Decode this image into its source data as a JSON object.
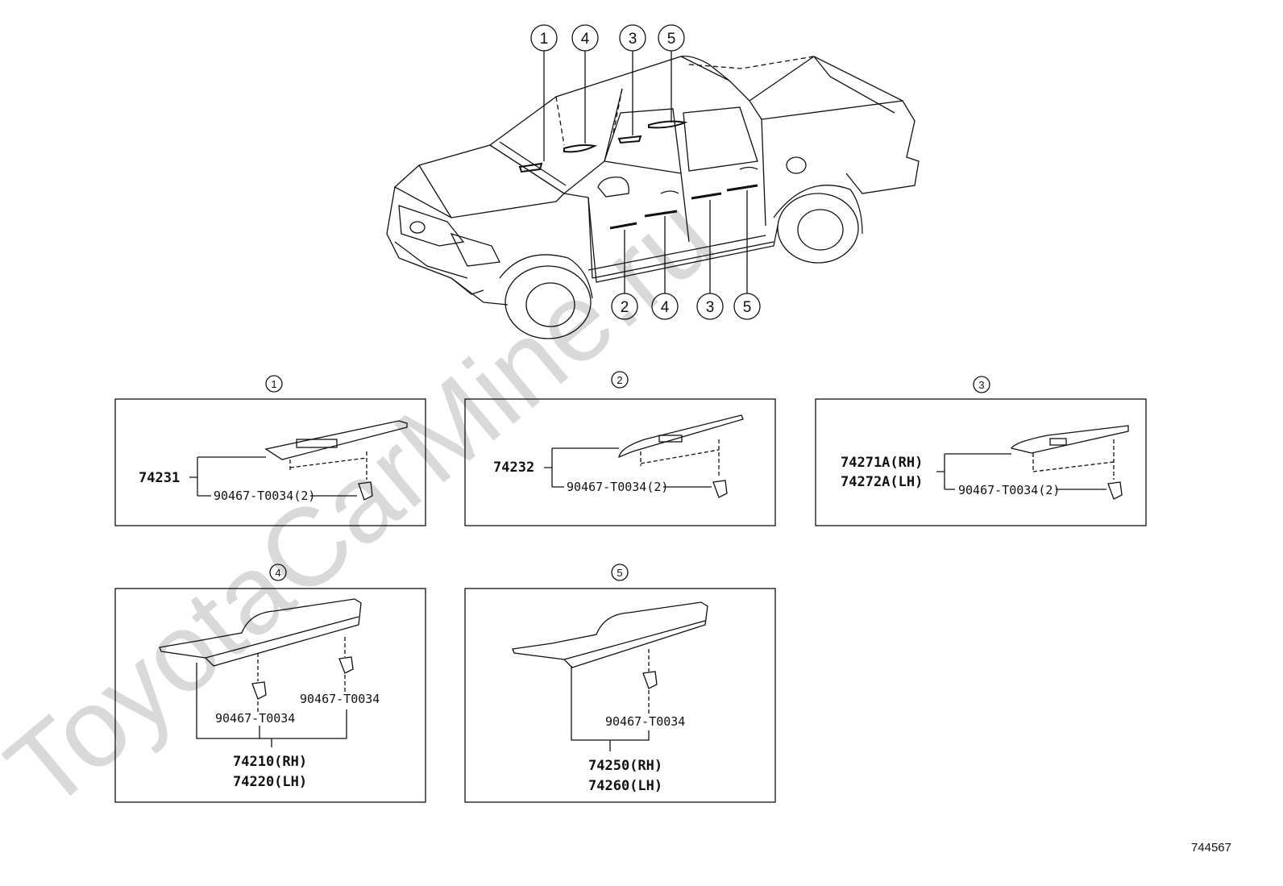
{
  "watermark": "ToyotaCarMine.ru",
  "diagram_ref": "744567",
  "vehicle_callouts_top": [
    "1",
    "4",
    "3",
    "5"
  ],
  "vehicle_callouts_bottom": [
    "2",
    "4",
    "3",
    "5"
  ],
  "panels": [
    {
      "index": "1",
      "main_part": "74231",
      "clip": "90467-T0034(2)"
    },
    {
      "index": "2",
      "main_part": "74232",
      "clip": "90467-T0034(2)"
    },
    {
      "index": "3",
      "main_part_rh": "74271A(RH)",
      "main_part_lh": "74272A(LH)",
      "clip": "90467-T0034(2)"
    },
    {
      "index": "4",
      "clip_a": "90467-T0034",
      "clip_b": "90467-T0034",
      "main_part_rh": "74210(RH)",
      "main_part_lh": "74220(LH)"
    },
    {
      "index": "5",
      "clip": "90467-T0034",
      "main_part_rh": "74250(RH)",
      "main_part_lh": "74260(LH)"
    }
  ]
}
